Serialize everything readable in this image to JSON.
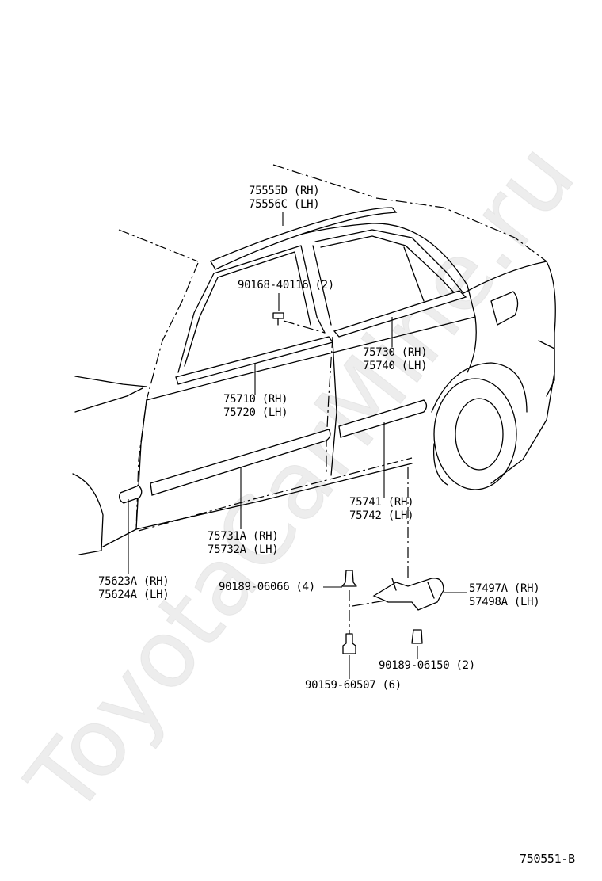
{
  "diagram": {
    "figure_id": "750551-B",
    "parts": [
      {
        "id": "p1",
        "lines": [
          "75555D (RH)",
          "75556C (LH)"
        ]
      },
      {
        "id": "p2",
        "lines": [
          "90168-40116 (2)"
        ]
      },
      {
        "id": "p3",
        "lines": [
          "75730 (RH)",
          "75740 (LH)"
        ]
      },
      {
        "id": "p4",
        "lines": [
          "75710 (RH)",
          "75720 (LH)"
        ]
      },
      {
        "id": "p5",
        "lines": [
          "75741 (RH)",
          "75742 (LH)"
        ]
      },
      {
        "id": "p6",
        "lines": [
          "75731A (RH)",
          "75732A (LH)"
        ]
      },
      {
        "id": "p7",
        "lines": [
          "75623A (RH)",
          "75624A (LH)"
        ]
      },
      {
        "id": "p8",
        "lines": [
          "90189-06066 (4)"
        ]
      },
      {
        "id": "p9",
        "lines": [
          "57497A (RH)",
          "57498A (LH)"
        ]
      },
      {
        "id": "p10",
        "lines": [
          "90189-06150 (2)"
        ]
      },
      {
        "id": "p11",
        "lines": [
          "90159-60507 (6)"
        ]
      }
    ]
  },
  "watermark": {
    "text": "ToyotaCarMine.ru",
    "color": "#d8d8d8"
  }
}
